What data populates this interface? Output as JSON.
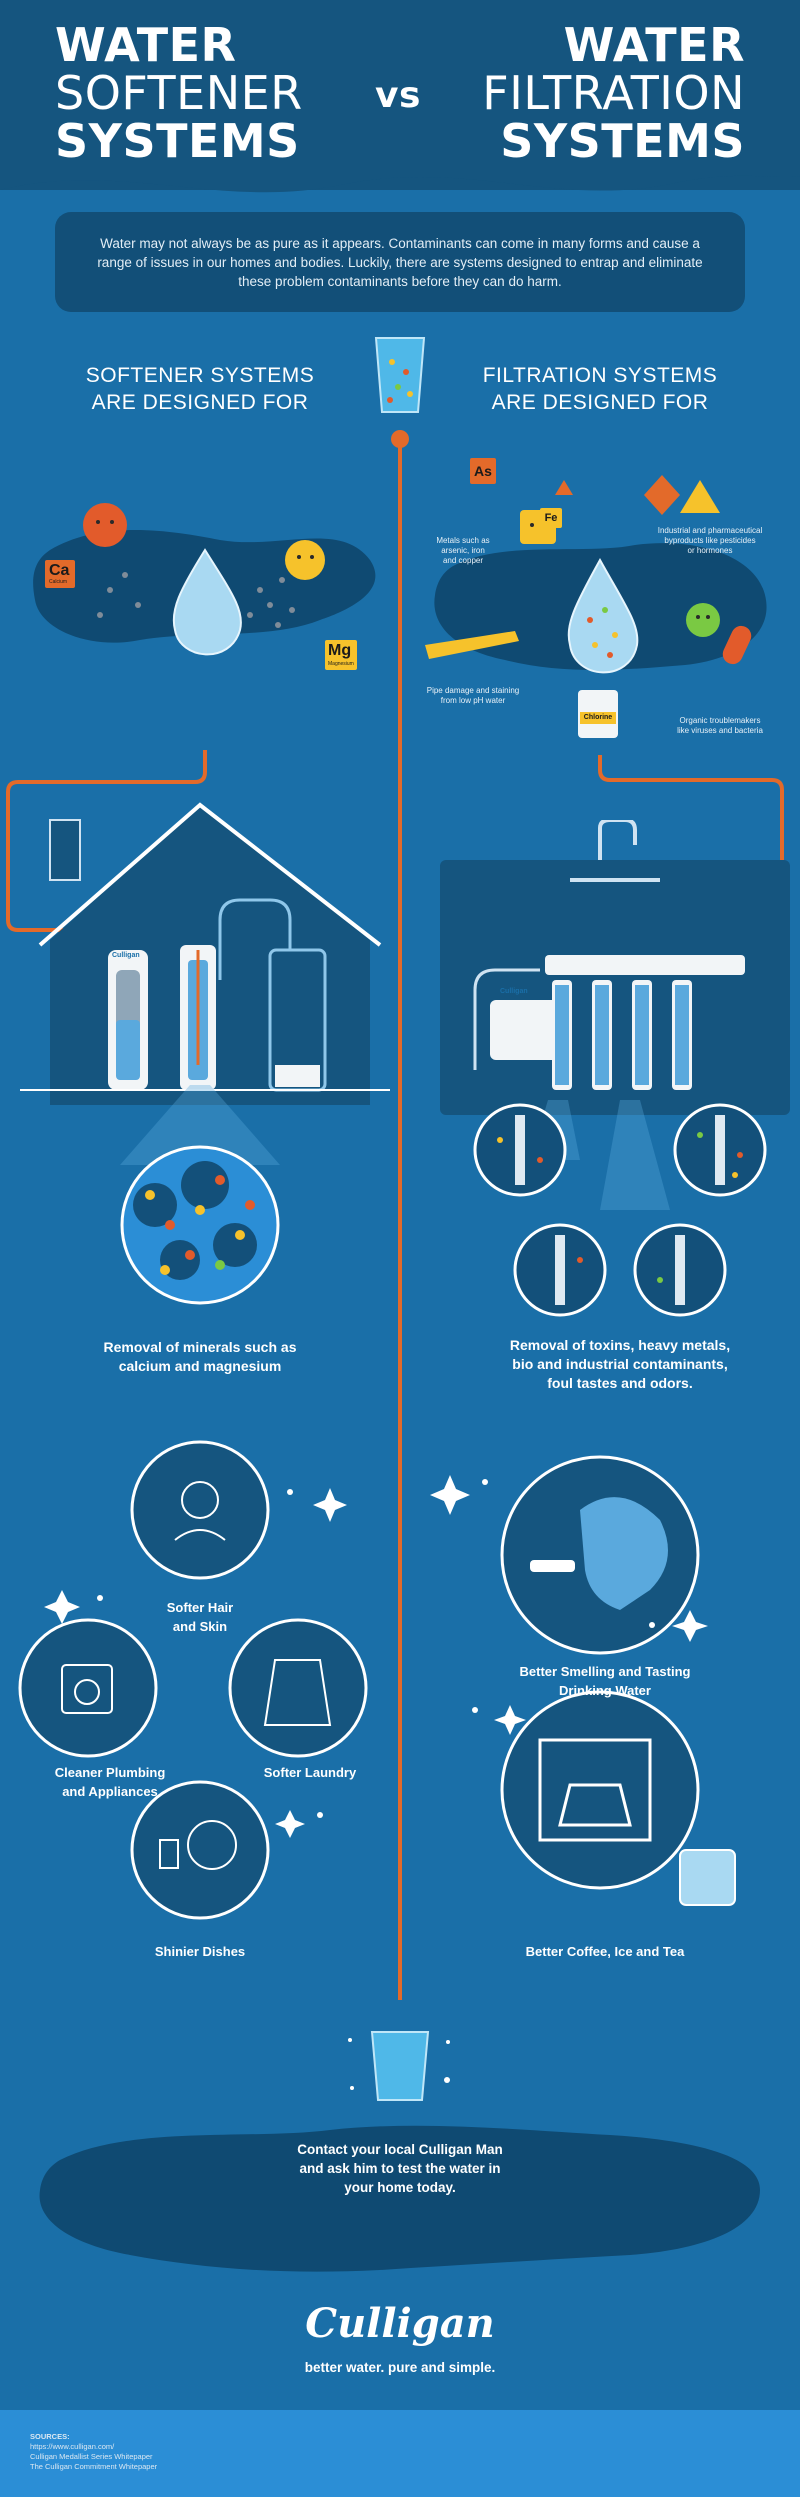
{
  "header": {
    "left_title": [
      "WATER",
      "SOFTENER",
      "SYSTEMS"
    ],
    "vs": "vs",
    "right_title": [
      "WATER",
      "FILTRATION",
      "SYSTEMS"
    ]
  },
  "intro": "Water may not always be as pure as it appears. Contaminants can come in many forms and cause a range of issues in our homes and bodies. Luckily, there are systems designed to entrap and eliminate these problem contaminants before they can do harm.",
  "softener": {
    "heading": [
      "SOFTENER SYSTEMS",
      "ARE DESIGNED FOR"
    ],
    "mineral_labels": {
      "ca": "Ca",
      "ca_sub": "Calcium",
      "mg": "Mg",
      "mg_sub": "Magnesium"
    },
    "unit_brand": "Culligan",
    "removal_caption": [
      "Removal of minerals such as",
      "calcium and magnesium"
    ],
    "benefits": {
      "hair": [
        "Softer Hair",
        "and Skin"
      ],
      "plumbing": [
        "Cleaner Plumbing",
        "and Appliances"
      ],
      "laundry": "Softer Laundry",
      "dishes": "Shinier Dishes"
    }
  },
  "filtration": {
    "heading": [
      "FILTRATION SYSTEMS",
      "ARE DESIGNED FOR"
    ],
    "contaminant_labels": {
      "as": "As",
      "fe": "Fe",
      "chlorine": "Chlorine",
      "metals": [
        "Metals such as",
        "arsenic, iron",
        "and copper"
      ],
      "industrial": [
        "Industrial and pharmaceutical",
        "byproducts like pesticides",
        "or hormones"
      ],
      "pipe": [
        "Pipe damage and staining",
        "from low pH water"
      ],
      "organic": [
        "Organic troublemakers",
        "like viruses and bacteria"
      ]
    },
    "unit_brand": "Culligan",
    "removal_caption": [
      "Removal of toxins, heavy metals,",
      "bio and industrial contaminants,",
      "foul tastes and odors."
    ],
    "benefits": {
      "drinking": [
        "Better Smelling and Tasting",
        "Drinking Water"
      ],
      "coffee": "Better Coffee, Ice and Tea"
    }
  },
  "footer": {
    "cta": [
      "Contact your local Culligan Man",
      "and ask him to test the water in",
      "your home today."
    ],
    "logo": "Culligan",
    "tagline": "better water. pure and simple.",
    "sources_label": "SOURCES:",
    "sources": [
      "https://www.culligan.com/",
      "Culligan Medallist Series Whitepaper",
      "The Culligan Commitment Whitepaper"
    ]
  },
  "colors": {
    "background": "#1a6fa8",
    "header": "#15557f",
    "accent": "#e36a2a",
    "dark_blob": "#0f4a72"
  }
}
